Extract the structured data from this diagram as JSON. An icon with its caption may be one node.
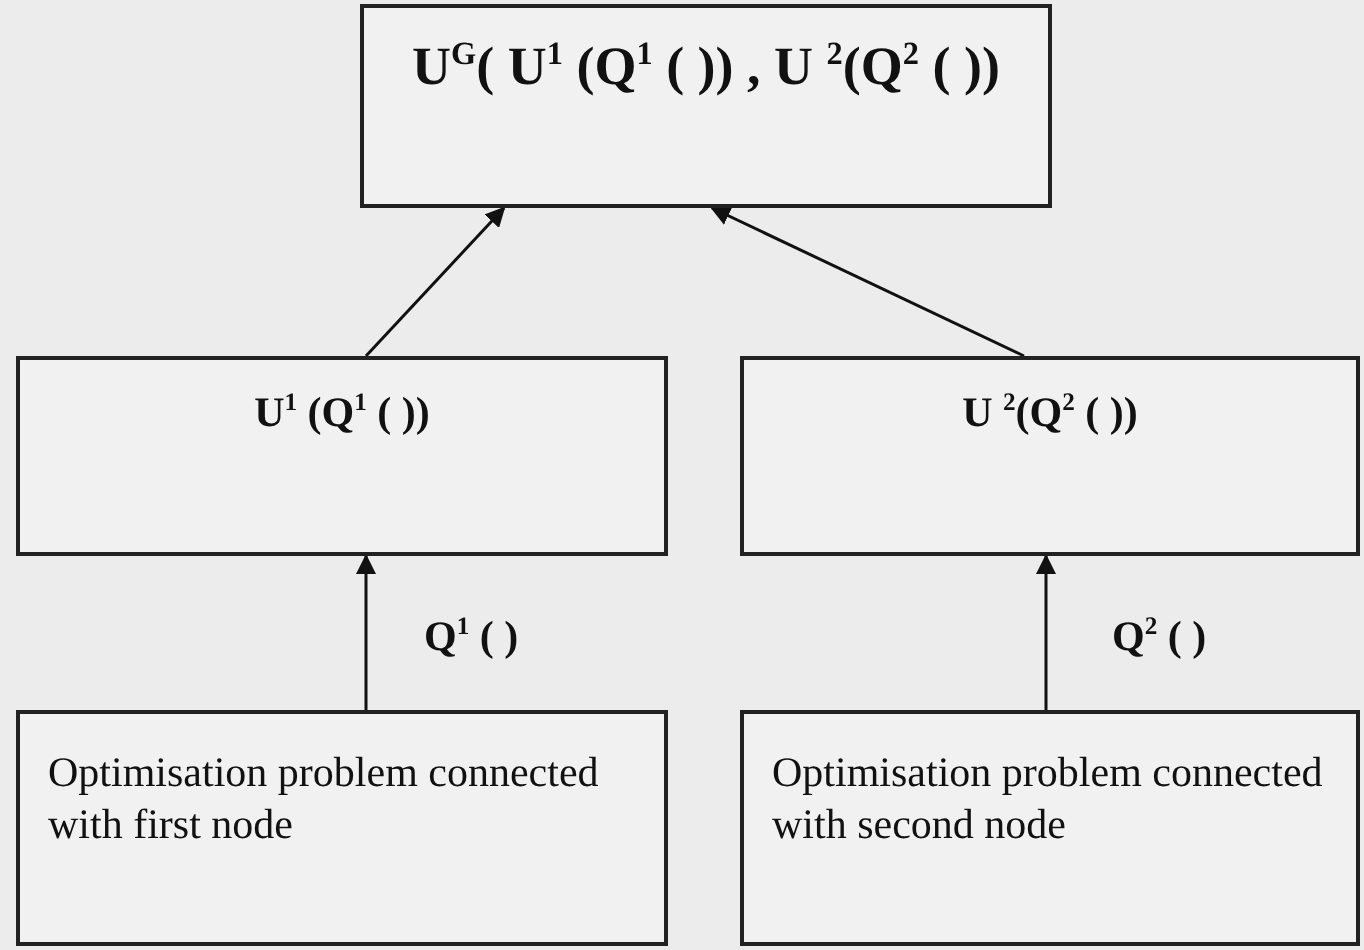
{
  "diagram": {
    "nodes": [
      {
        "text": [
          "U$^{G}$( U$^{1}$ (Q$^{1}$ ( )) , U $^{2}$(Q$^{2}$ ( ))"
        ]
      },
      {
        "text": [
          "U$^{1}$ (Q$^{1}$ ( ))"
        ]
      },
      {
        "text": [
          "U $^{2}$(Q$^{2}$ ( ))"
        ]
      },
      {
        "text": [
          "Optimisation problem connected with first node"
        ]
      },
      {
        "text": [
          "Optimisation problem connected with second node"
        ]
      }
    ],
    "edges": [
      {
        "from": 1,
        "to": 0,
        "arrow": "to"
      },
      {
        "from": 2,
        "to": 0,
        "arrow": "to"
      },
      {
        "from": 3,
        "to": 1,
        "arrow": "to",
        "label": "Q$^{1}$ ( )"
      },
      {
        "from": 4,
        "to": 2,
        "arrow": "to",
        "label": "Q$^{2}$ ( )"
      }
    ]
  }
}
